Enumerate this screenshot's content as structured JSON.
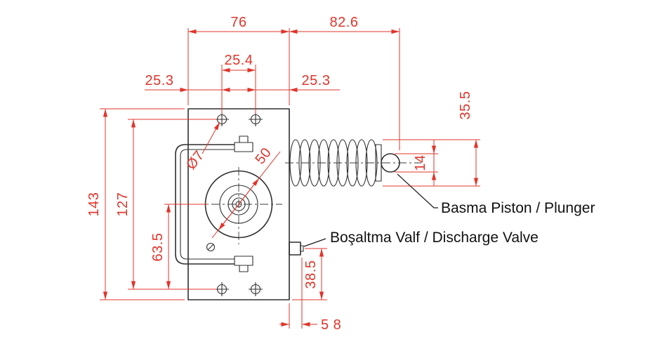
{
  "colors": {
    "dimension_red": "#e0352b",
    "line_black": "#2f2f2f",
    "label_black": "#111111",
    "background": "#ffffff"
  },
  "part_labels": {
    "plunger": "Basma Piston / Plunger",
    "discharge_valve": "Boşaltma Valf / Discharge Valve"
  },
  "dimensions": {
    "body_width": "76",
    "plunger_assembly_length": "82.6",
    "hole_pitch_horizontal": "25.4",
    "hole_edge_left": "25.3",
    "hole_edge_right": "25.3",
    "spring_height": "35.5",
    "plunger_diameter": "14",
    "body_height": "143",
    "hole_pitch_vertical": "127",
    "center_to_holes": "63.5",
    "valve_to_bottom": "38.5",
    "valve_protrusion": "5 8",
    "hole_diameter": "Ø7",
    "bore_diameter": "50"
  }
}
